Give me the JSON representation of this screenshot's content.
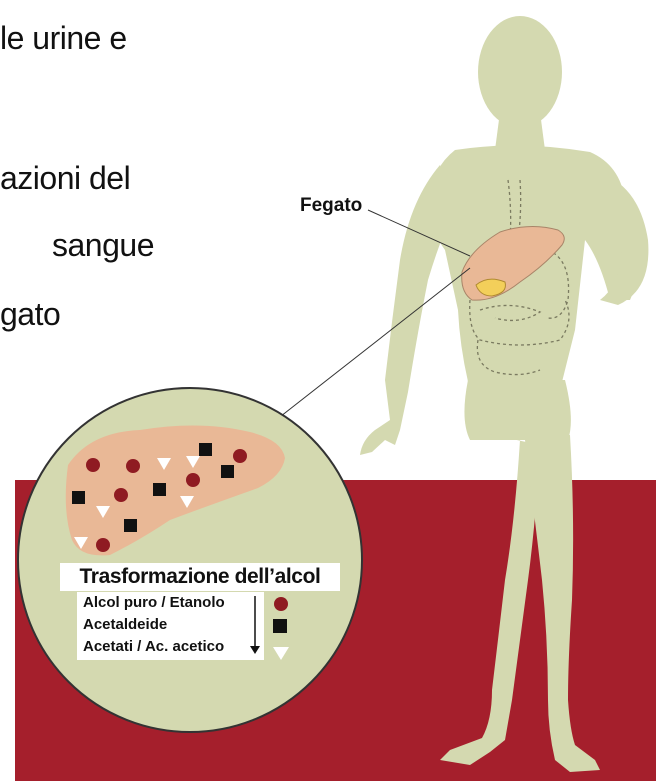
{
  "slide_lines": [
    "le urine e",
    "azioni del",
    "sangue",
    "gato"
  ],
  "labels": {
    "organ": "Fegato",
    "legend_title": "Trasformazione dell’alcol",
    "legend_items": [
      {
        "label": "Alcol puro / Etanolo",
        "marker": "circle"
      },
      {
        "label": "Acetaldeide",
        "marker": "square"
      },
      {
        "label": "Acetati / Ac. acetico",
        "marker": "triangle"
      }
    ]
  },
  "colors": {
    "body": "#d4d9b0",
    "liver": "#e9b896",
    "gallbladder": "#f3cf5a",
    "background_band": "#a51f2c",
    "circle_marker": "#8f1b22",
    "square_marker": "#111111",
    "triangle_marker": "#ffffff"
  }
}
